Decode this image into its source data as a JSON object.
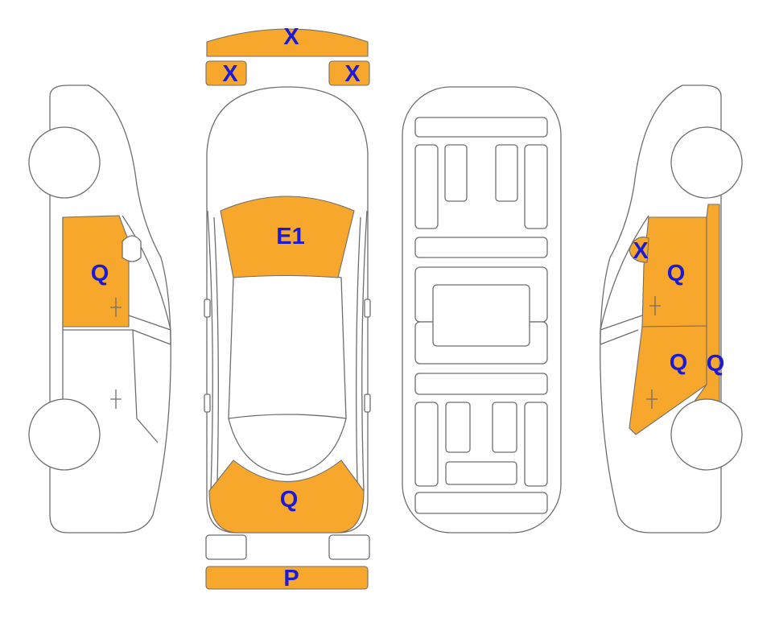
{
  "colors": {
    "damage_fill": "#f7a82c",
    "label_text": "#1b1bd6",
    "outline": "#6e6e6e",
    "car_body": "#ffffff"
  },
  "labels": {
    "front_bumper": "X",
    "front_left_light": "X",
    "front_right_light": "X",
    "hood": "E1",
    "trunk": "Q",
    "rear_bumper": "P",
    "left_rear_door": "Q",
    "right_mirror": "X",
    "right_front_door": "Q",
    "right_rear_door": "Q",
    "right_quarter_panel": "Q"
  }
}
